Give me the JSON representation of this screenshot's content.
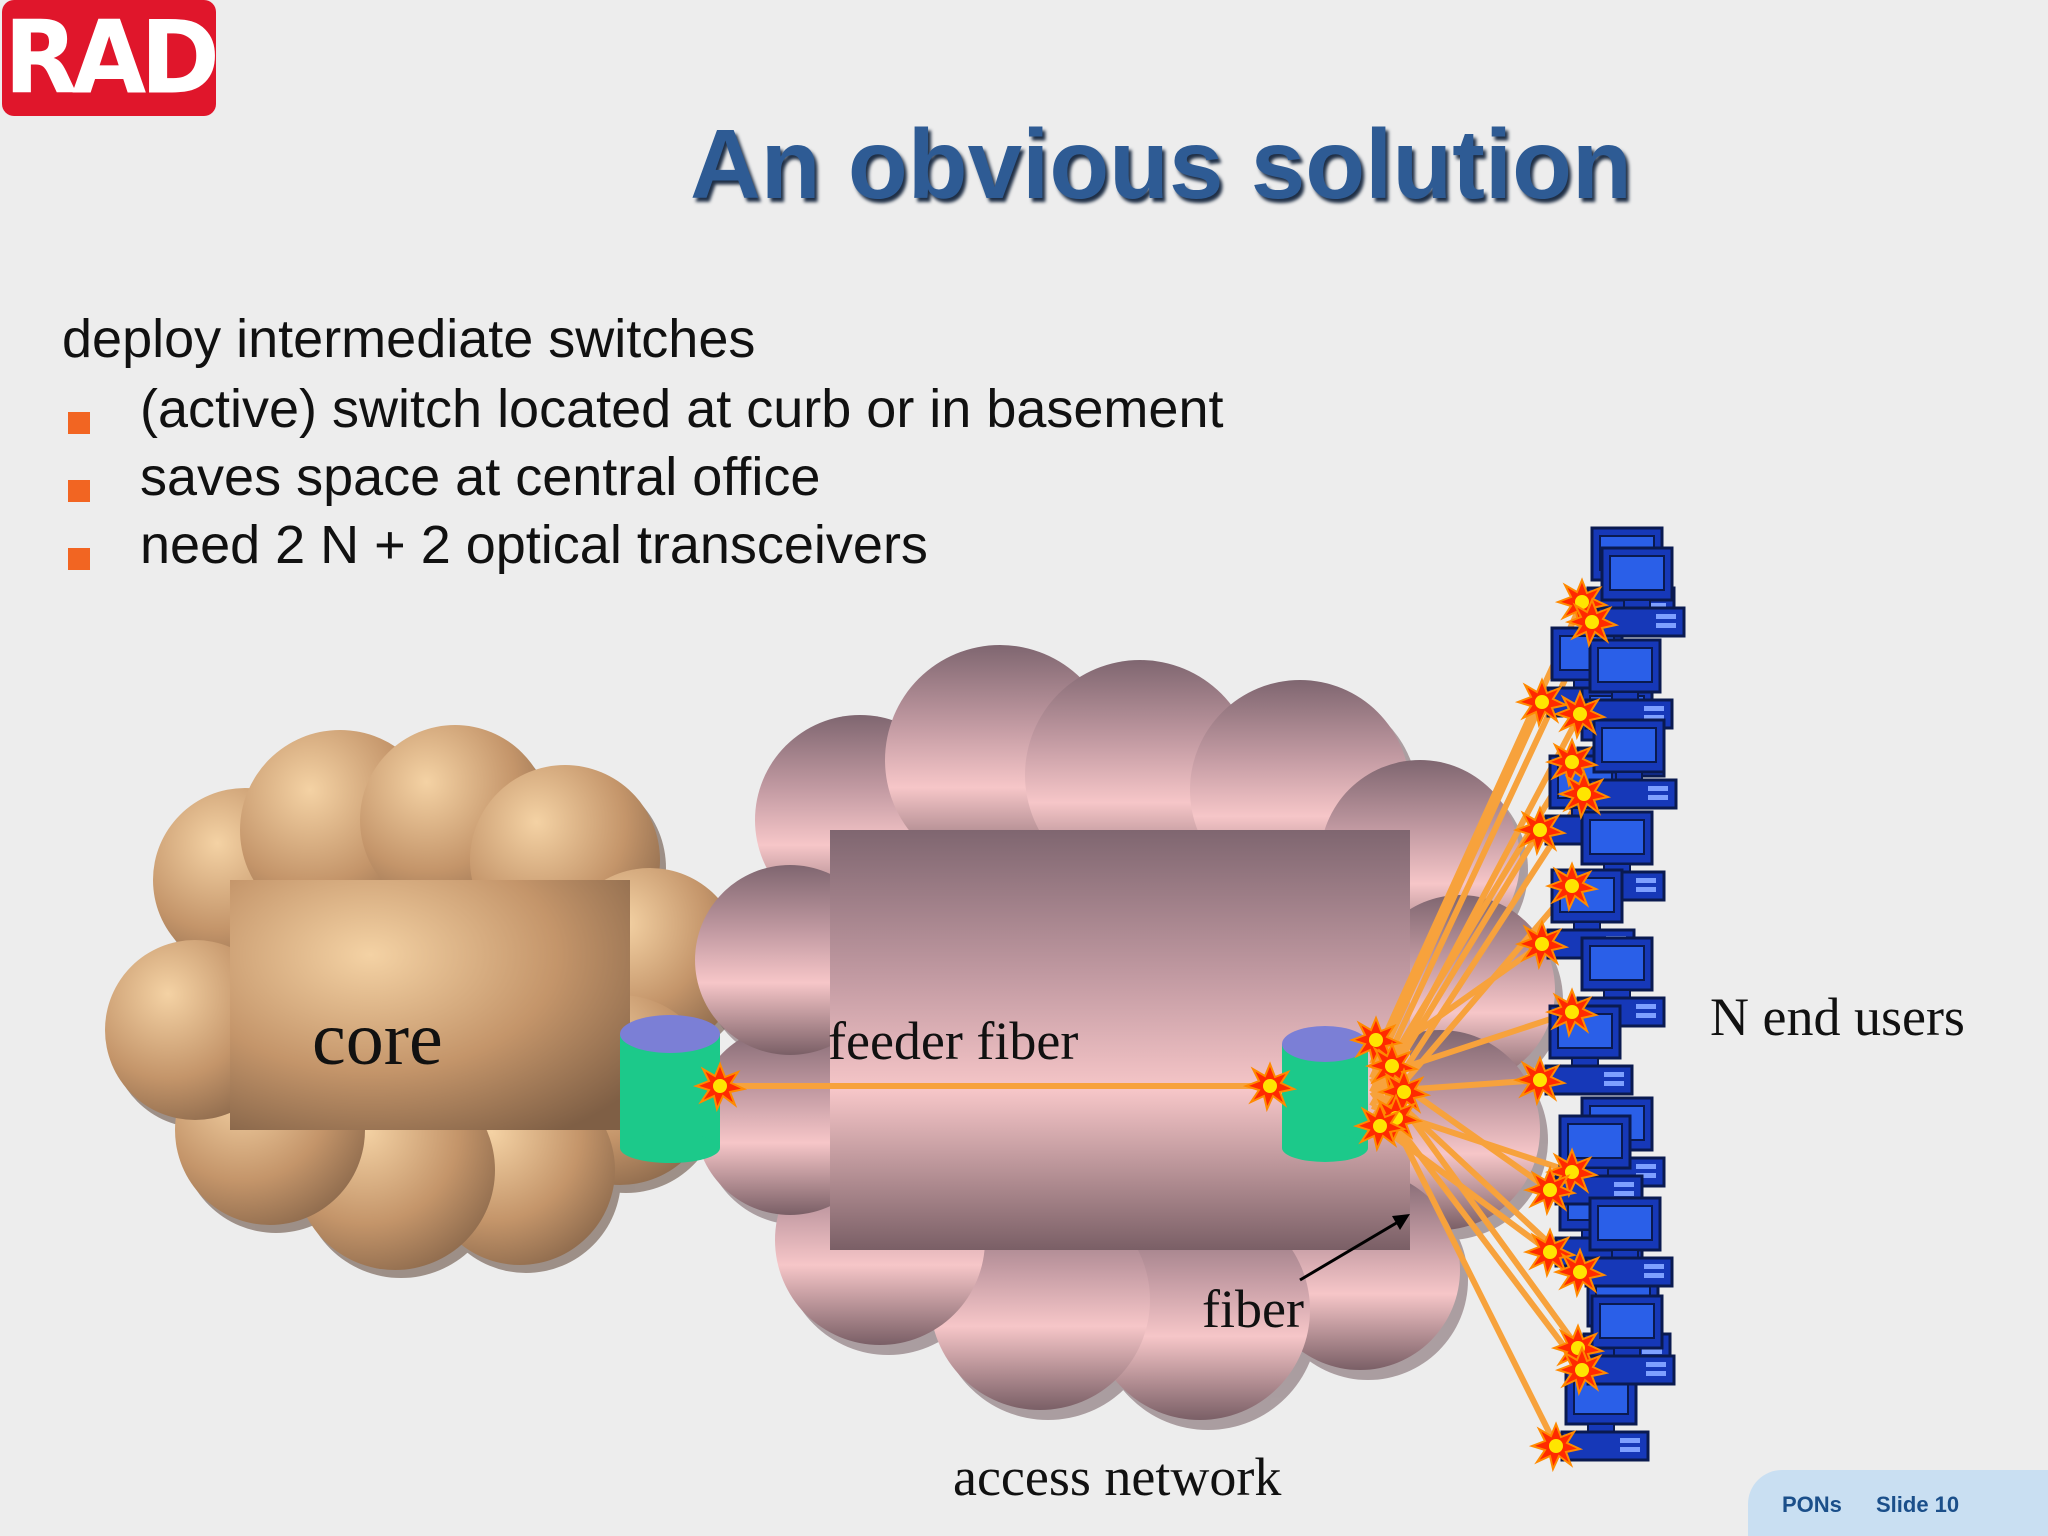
{
  "logo": {
    "text": "RAD"
  },
  "title": "An obvious solution",
  "intro": "deploy intermediate switches",
  "bullets": [
    "(active) switch located at curb or in basement",
    "saves space at central office",
    "need 2 N + 2 optical transceivers"
  ],
  "diagram": {
    "core_label": "core",
    "feeder_label": "feeder fiber",
    "fiber_label": "fiber",
    "access_label": "access network",
    "users_label": "N end users",
    "colors": {
      "fiber": "#f7a23c",
      "switch_body": "#1cc98a",
      "switch_top": "#7b7fd6",
      "pc": "#1638b8",
      "burst_outer": "#ff2a00",
      "burst_inner": "#ffe500",
      "core_cloud": "#c89a6b",
      "access_cloud": "#c79aa2"
    },
    "end_user_count": 18
  },
  "footer": {
    "section": "PONs",
    "slide": "Slide 10"
  }
}
